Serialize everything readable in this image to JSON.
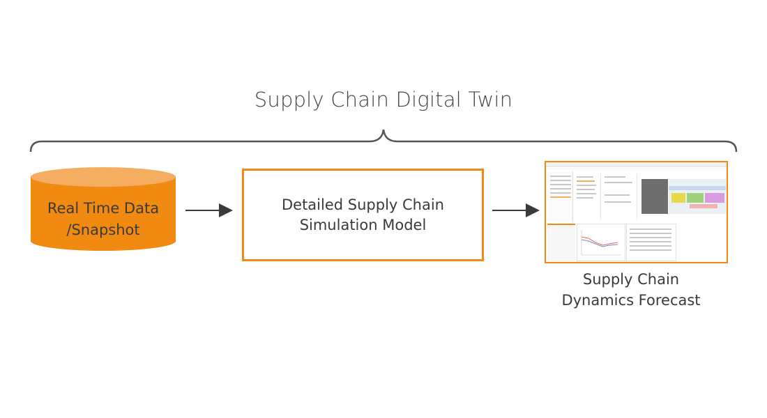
{
  "diagram": {
    "title": "Supply Chain Digital Twin",
    "nodes": [
      {
        "id": "data",
        "shape": "cylinder",
        "lines": [
          "Real Time Data",
          "/Snapshot"
        ],
        "fill": "#f08a10",
        "top_fill": "#f5ad62"
      },
      {
        "id": "model",
        "shape": "box",
        "lines": [
          "Detailed Supply Chain",
          "Simulation Model"
        ],
        "border": "#f08a10"
      },
      {
        "id": "forecast",
        "shape": "screenshot",
        "lines": [
          "Supply Chain",
          "Dynamics Forecast"
        ],
        "border": "#f08a10"
      }
    ],
    "edges": [
      {
        "from": "data",
        "to": "model"
      },
      {
        "from": "model",
        "to": "forecast"
      }
    ],
    "grouping": {
      "type": "curly-brace",
      "label": "Supply Chain Digital Twin",
      "color": "#555555"
    }
  },
  "colors": {
    "accent": "#f08a10",
    "text": "#3a3a3a",
    "arrow": "#3a3a3a"
  }
}
